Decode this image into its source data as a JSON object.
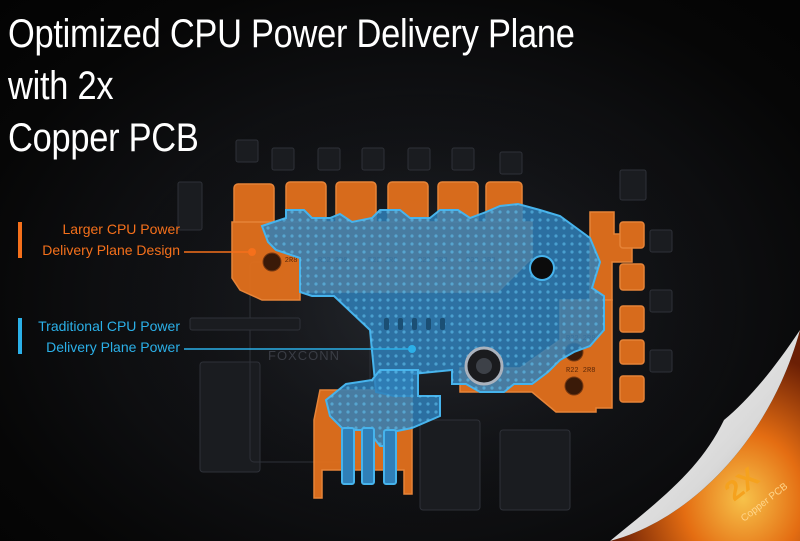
{
  "title": {
    "line1": "Optimized CPU Power Delivery Plane with 2x",
    "line2": "Copper PCB"
  },
  "callouts": {
    "larger": {
      "line1": "Larger CPU Power",
      "line2": "Delivery Plane Design",
      "color": "#f5701b"
    },
    "traditional": {
      "line1": "Traditional CPU Power",
      "line2": "Delivery Plane Power",
      "color": "#2bb0e8"
    }
  },
  "board": {
    "silkscreen": "FOXCONN",
    "chip_marking": "R22 2R8",
    "plane_colors": {
      "larger": "#e2701d",
      "traditional": "#2f7fb8"
    }
  },
  "badge": {
    "multiplier": "2X",
    "caption": "Copper PCB",
    "color": "#f5a21e"
  }
}
